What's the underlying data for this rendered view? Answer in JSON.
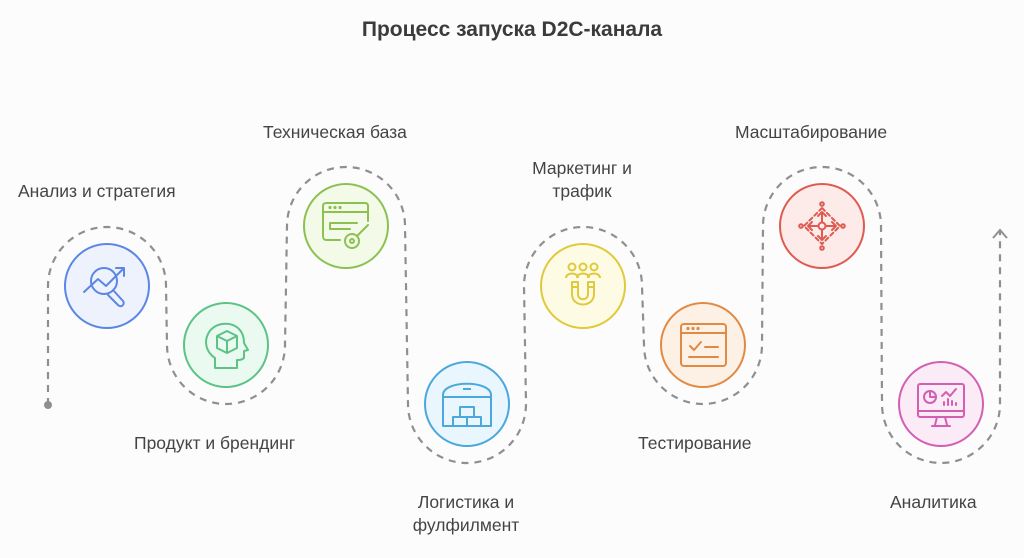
{
  "title": "Процесс запуска D2C-канала",
  "steps": [
    {
      "label": "Анализ и стратегия",
      "icon": "chart-magnifier-icon",
      "color": "#5b86e5",
      "fill": "#edf2fd"
    },
    {
      "label": "Продукт и брендинг",
      "icon": "head-cube-icon",
      "color": "#5cc285",
      "fill": "#eafaf0"
    },
    {
      "label": "Техническая база",
      "icon": "browser-key-icon",
      "color": "#8cc152",
      "fill": "#f3fae8"
    },
    {
      "label": "Логистика и фулфилмент",
      "label_lines": [
        "Логистика и",
        "фулфилмент"
      ],
      "icon": "warehouse-boxes-icon",
      "color": "#4aa8dc",
      "fill": "#eaf6fd"
    },
    {
      "label": "Маркетинг и трафик",
      "label_lines": [
        "Маркетинг и",
        "трафик"
      ],
      "icon": "people-magnet-icon",
      "color": "#e0c93a",
      "fill": "#fdfbe3"
    },
    {
      "label": "Тестирование",
      "icon": "browser-check-icon",
      "color": "#e08a45",
      "fill": "#fdf0e4"
    },
    {
      "label": "Масштабирование",
      "icon": "expand-arrows-icon",
      "color": "#df5a50",
      "fill": "#fcebe8"
    },
    {
      "label": "Аналитика",
      "icon": "monitor-analytics-icon",
      "color": "#d35fb3",
      "fill": "#fbebf6"
    }
  ],
  "path_color": "#8f8f8f"
}
